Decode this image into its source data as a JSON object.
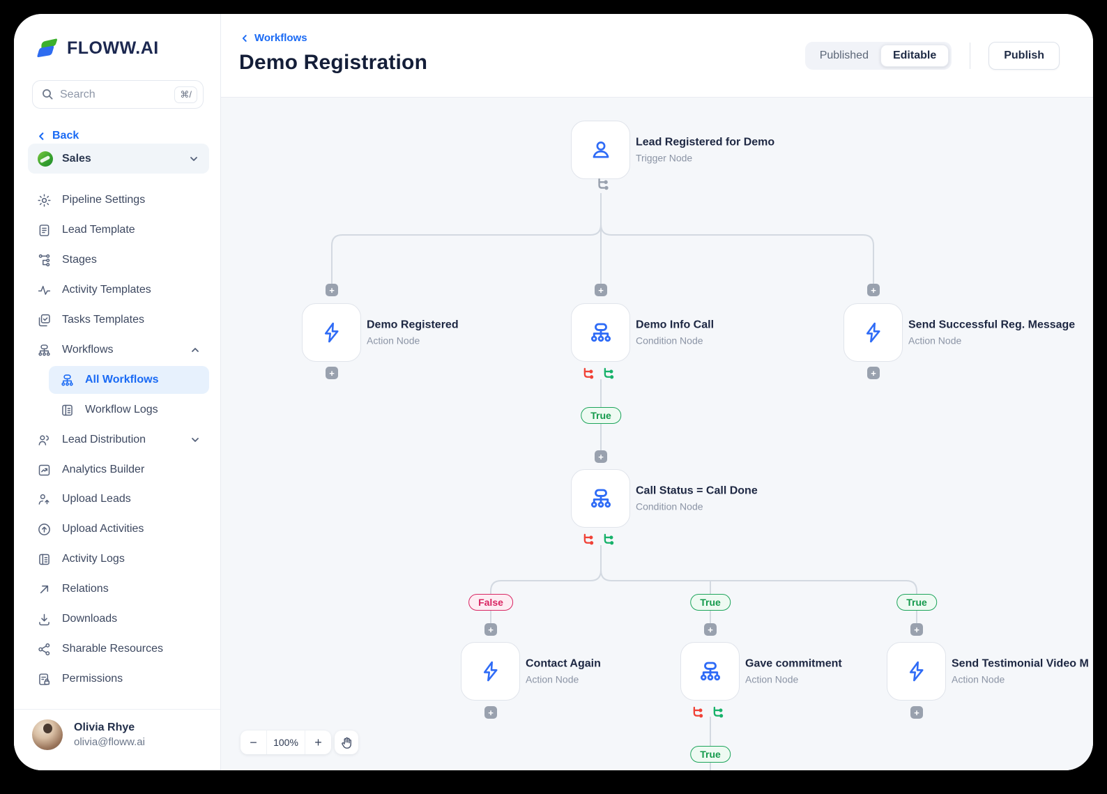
{
  "brand": "FLOWW.AI",
  "sidebar": {
    "search": {
      "placeholder": "Search",
      "shortcut": "⌘/"
    },
    "back": "Back",
    "workspace": "Sales",
    "items": [
      "Pipeline Settings",
      "Lead Template",
      "Stages",
      "Activity Templates",
      "Tasks Templates",
      "Workflows",
      "All Workflows",
      "Workflow Logs",
      "Lead Distribution",
      "Analytics Builder",
      "Upload Leads",
      "Upload Activities",
      "Activity Logs",
      "Relations",
      "Downloads",
      "Sharable Resources",
      "Permissions"
    ],
    "user": {
      "name": "Olivia Rhye",
      "email": "olivia@floww.ai"
    }
  },
  "header": {
    "breadcrumb": "Workflows",
    "title": "Demo Registration",
    "status_published": "Published",
    "status_editable": "Editable",
    "publish": "Publish"
  },
  "canvas": {
    "plus": "+",
    "nodes": [
      {
        "title": "Lead Registered for Demo",
        "subtitle": "Trigger Node"
      },
      {
        "title": "Demo Registered",
        "subtitle": "Action Node"
      },
      {
        "title": "Demo Info Call",
        "subtitle": "Condition Node"
      },
      {
        "title": "Send Successful Reg. Message",
        "subtitle": "Action Node"
      },
      {
        "title": "Call Status = Call Done",
        "subtitle": "Condition Node"
      },
      {
        "title": "Contact Again",
        "subtitle": "Action Node"
      },
      {
        "title": "Gave commitment",
        "subtitle": "Action Node"
      },
      {
        "title": "Send Testimonial Video M",
        "subtitle": "Action Node"
      }
    ],
    "badges": {
      "b0": "True",
      "b1": "False",
      "b2": "True",
      "b3": "True",
      "b4": "True"
    },
    "zoom": {
      "out": "−",
      "level": "100%",
      "in": "+"
    }
  },
  "colors": {
    "accent_blue": "#1a6af4",
    "node_blue": "#2e6bf6",
    "green": "#149a4c",
    "red": "#d92562"
  }
}
